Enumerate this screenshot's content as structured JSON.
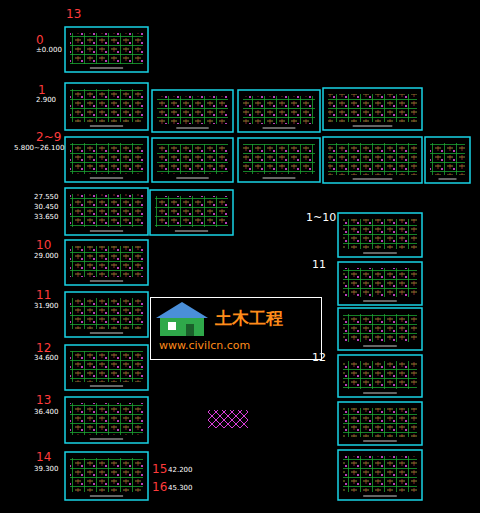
{
  "diagram": {
    "nodes": [
      {
        "text": [
          "土木工程",
          "www.civilcn.com"
        ]
      }
    ],
    "labels": [
      "13",
      "0",
      "±0.000",
      "1",
      "2.900",
      "2~9",
      "5.800~26.100",
      "27.550",
      "30.450",
      "33.650",
      "10",
      "29.000",
      "11",
      "31.900",
      "12",
      "34.600",
      "13",
      "36.400",
      "14",
      "39.300",
      "15",
      "42.200",
      "16",
      "45.300",
      "1~10",
      "11",
      "12"
    ]
  }
}
